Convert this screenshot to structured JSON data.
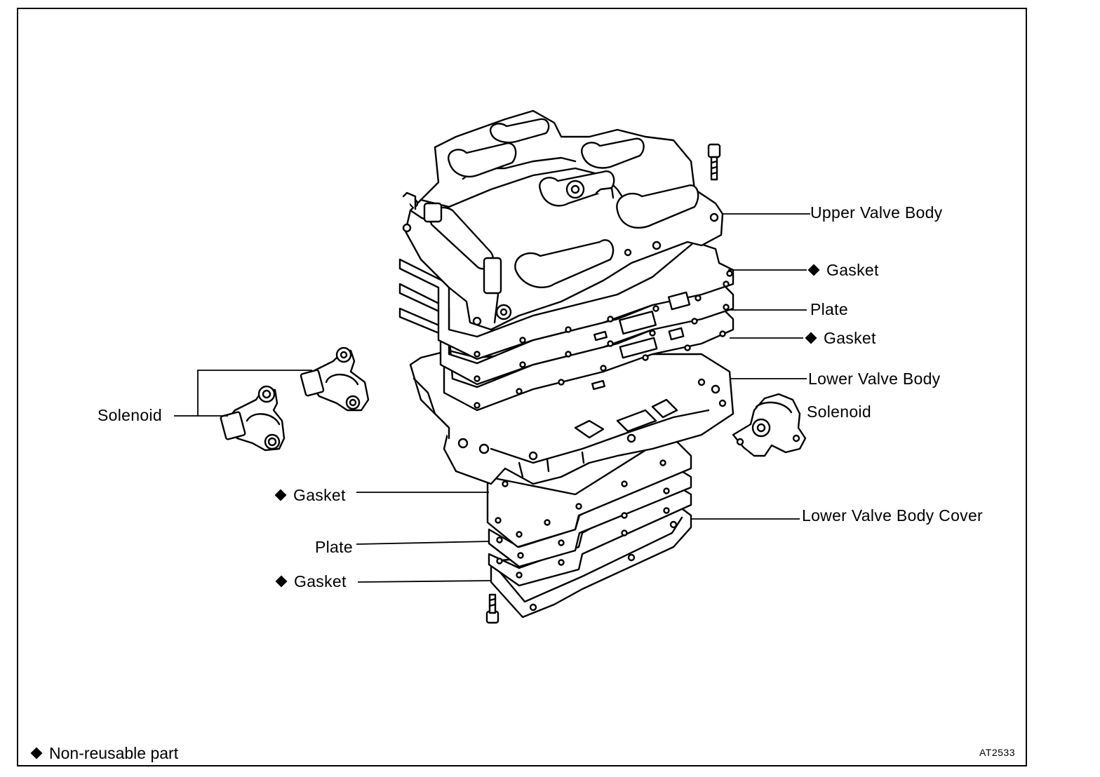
{
  "labels": {
    "upper_valve_body": "Upper Valve Body",
    "gasket_right_1": "Gasket",
    "plate_right": "Plate",
    "gasket_right_2": "Gasket",
    "lower_valve_body": "Lower Valve Body",
    "solenoid_right": "Solenoid",
    "solenoid_left": "Solenoid",
    "gasket_left_1": "Gasket",
    "plate_left": "Plate",
    "gasket_left_2": "Gasket",
    "lower_valve_body_cover": "Lower Valve Body Cover"
  },
  "legend": {
    "marker_icon": "black-diamond-icon",
    "text": "Non-reusable part"
  },
  "figure_code": "AT2533",
  "colors": {
    "ink": "#000000",
    "paper": "#ffffff"
  }
}
